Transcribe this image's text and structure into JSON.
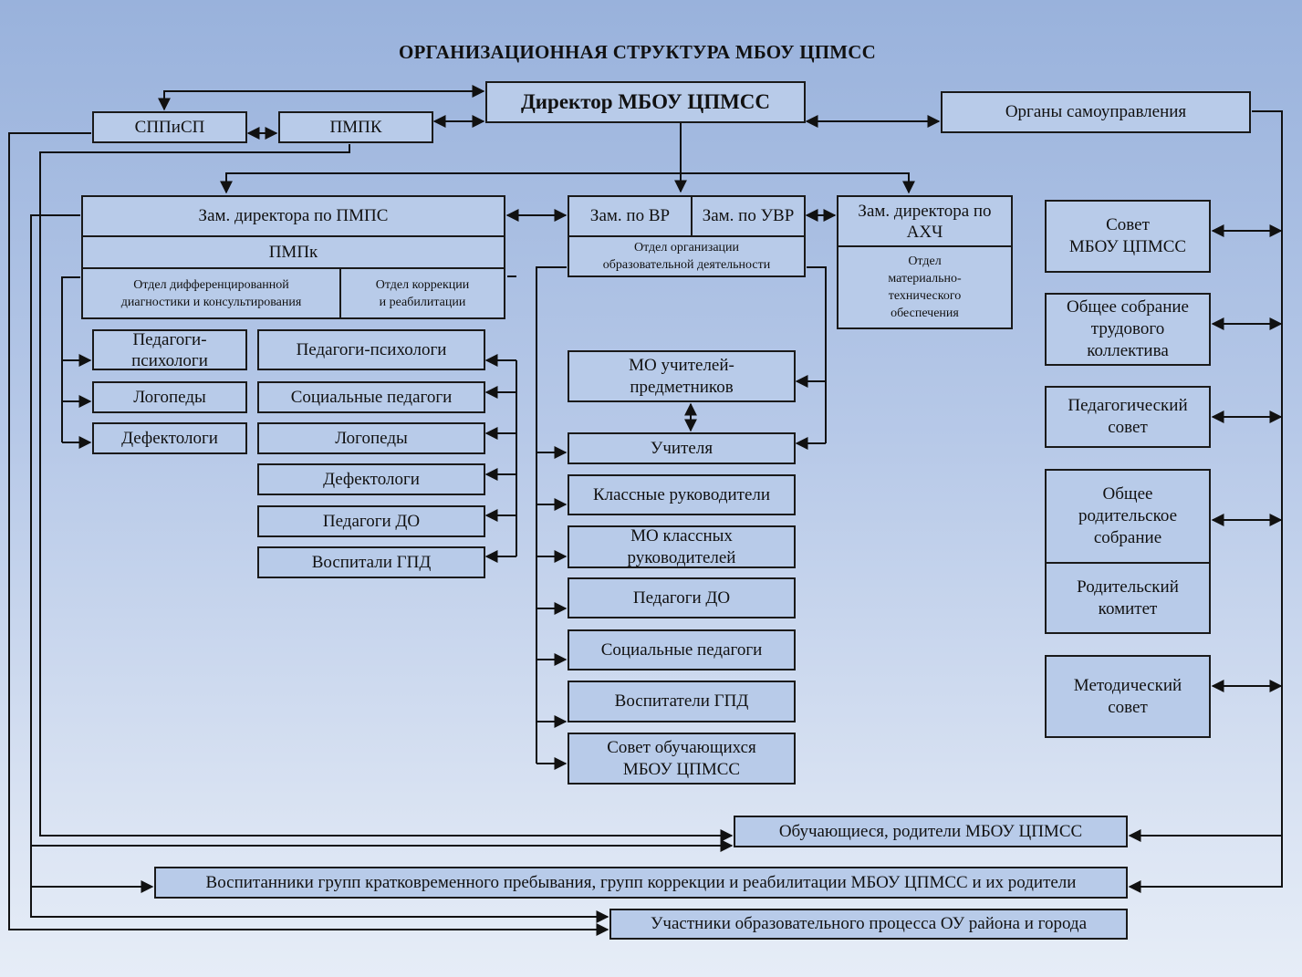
{
  "title": "ОРГАНИЗАЦИОННАЯ СТРУКТУРА МБОУ ЦПМСС",
  "top": {
    "director": "Директор МБОУ ЦПМСС",
    "sppisp": "СППиСП",
    "pmpk": "ПМПК",
    "self_gov": "Органы самоуправления"
  },
  "pmps": {
    "head": "Зам. директора по ПМПС",
    "pmpk": "ПМПк",
    "dept_diag": "Отдел дифференцированной\nдиагностики и консультирования",
    "dept_corr": "Отдел коррекции\nи реабилитации",
    "left_items": [
      "Педагоги-\nпсихологи",
      "Логопеды",
      "Дефектологи"
    ],
    "right_items": [
      "Педагоги-психологи",
      "Социальные педагоги",
      "Логопеды",
      "Дефектологи",
      "Педагоги ДО",
      "Воспитали ГПД"
    ]
  },
  "center": {
    "vr": "Зам. по ВР",
    "uvr": "Зам. по УВР",
    "dept": "Отдел организации\nобразовательной деятельности",
    "items": [
      "МО учителей-\nпредметников",
      "Учителя",
      "Классные руководители",
      "МО классных\nруководителей",
      "Педагоги ДО",
      "Социальные педагоги",
      "Воспитатели ГПД",
      "Совет обучающихся\nМБОУ ЦПМСС"
    ]
  },
  "ahch": {
    "head": "Зам. директора по\nАХЧ",
    "dept": "Отдел\nматериально-\nтехнического\nобеспечения"
  },
  "bodies": [
    "Совет\nМБОУ ЦПМСС",
    "Общее собрание\nтрудового\nколлектива",
    "Педагогический\nсовет",
    "Общее\nродительское\nсобрание",
    "Родительский\nкомитет",
    "Методический\nсовет"
  ],
  "bottom": [
    "Обучающиеся, родители МБОУ ЦПМСС",
    "Воспитанники групп  кратковременного пребывания, групп коррекции и реабилитации МБОУ ЦПМСС и их родители",
    "Участники образовательного процесса ОУ района и города"
  ]
}
